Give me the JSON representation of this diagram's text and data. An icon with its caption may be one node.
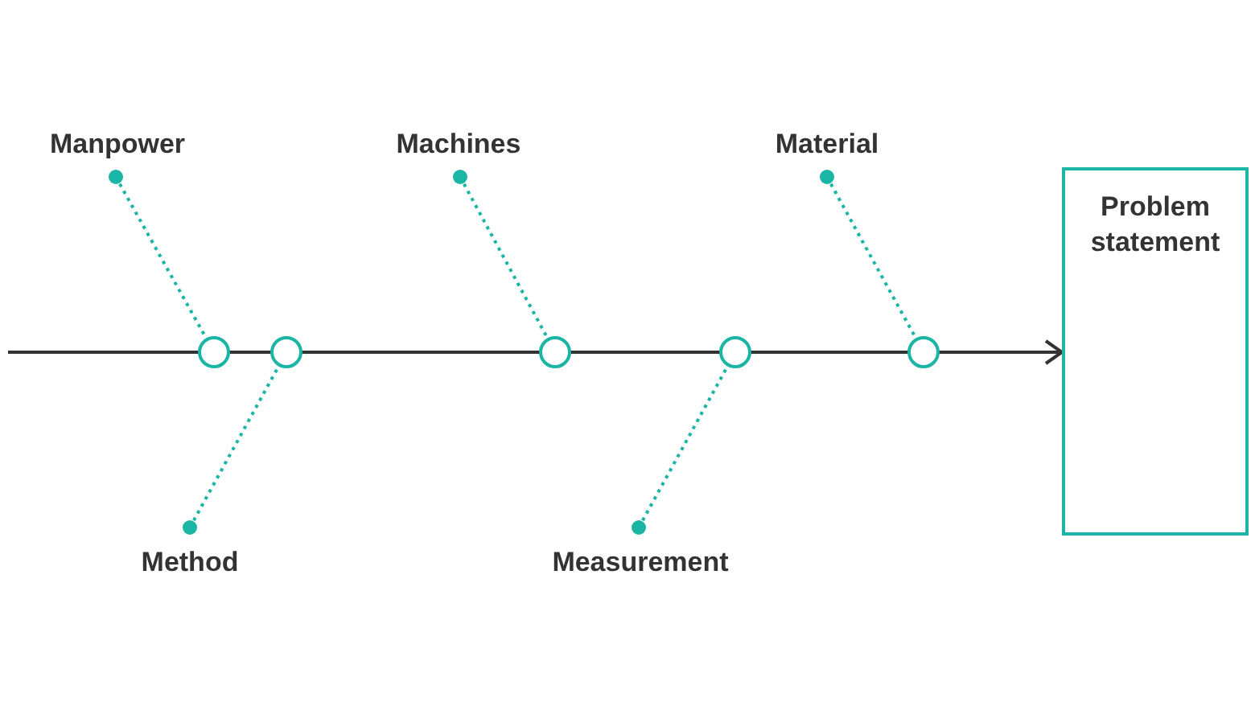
{
  "diagram": {
    "nodes": [
      {
        "text": [
          "Manpower"
        ]
      },
      {
        "text": [
          "Machines"
        ]
      },
      {
        "text": [
          "Material"
        ]
      },
      {
        "text": [
          "Problem statement"
        ]
      },
      {
        "text": [],
        "shape": "circle"
      },
      {
        "text": [],
        "shape": "circle"
      },
      {
        "text": [],
        "shape": "circle"
      },
      {
        "text": [],
        "shape": "circle"
      },
      {
        "text": [],
        "shape": "circle"
      },
      {
        "text": [
          "Method"
        ]
      },
      {
        "text": [
          "Measurement"
        ]
      }
    ],
    "edges": [
      {
        "from": null,
        "to": 3,
        "arrow": "to",
        "color": "#333333"
      },
      {
        "from": 0,
        "to": 4,
        "arrow": "other",
        "style": "dashed"
      },
      {
        "from": 9,
        "to": 5,
        "arrow": "other",
        "style": "dashed"
      },
      {
        "from": 1,
        "to": 6,
        "arrow": "other",
        "style": "dashed"
      },
      {
        "from": 10,
        "to": 7,
        "arrow": "other",
        "style": "dashed"
      },
      {
        "from": 2,
        "to": 8,
        "arrow": "other",
        "style": "dashed"
      }
    ]
  }
}
